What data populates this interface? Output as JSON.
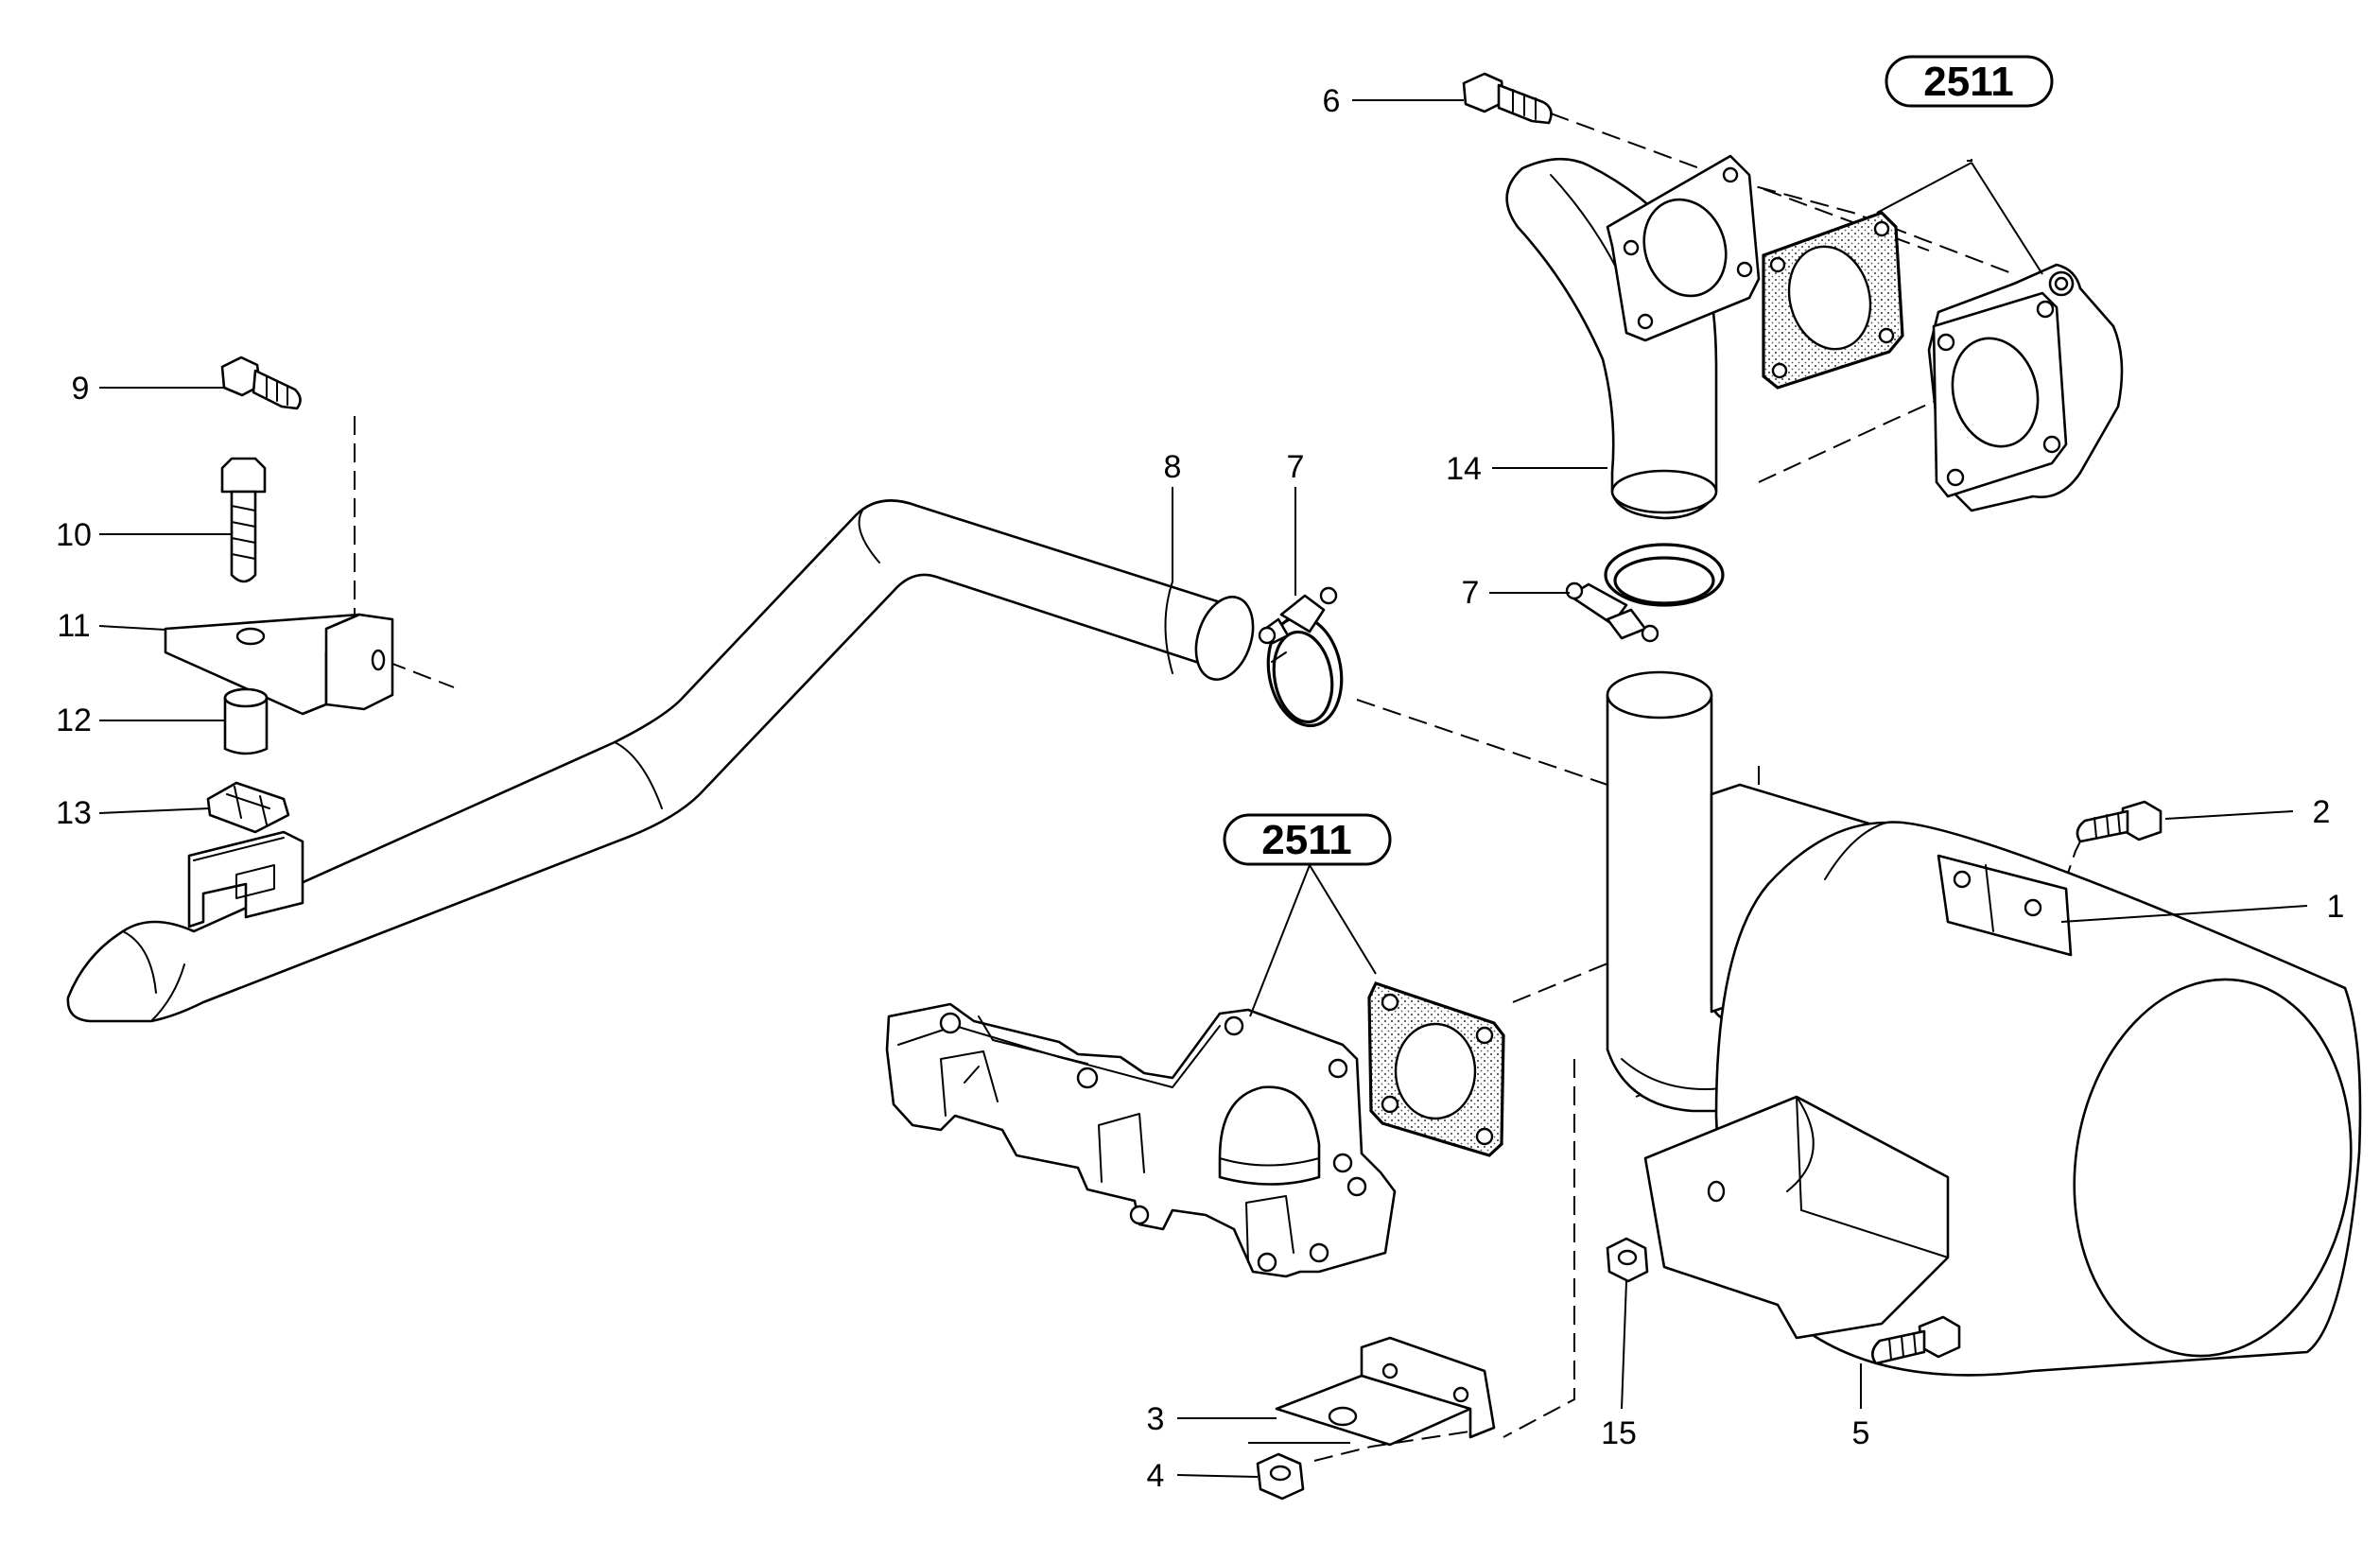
{
  "callouts": {
    "c1": "1",
    "c2": "2",
    "c3": "3",
    "c4": "4",
    "c5": "5",
    "c6": "6",
    "c7a": "7",
    "c7b": "7",
    "c8": "8",
    "c9": "9",
    "c10": "10",
    "c11": "11",
    "c12": "12",
    "c13": "13",
    "c14": "14",
    "c15": "15"
  },
  "references": {
    "top": "2511",
    "middle": "2511"
  }
}
